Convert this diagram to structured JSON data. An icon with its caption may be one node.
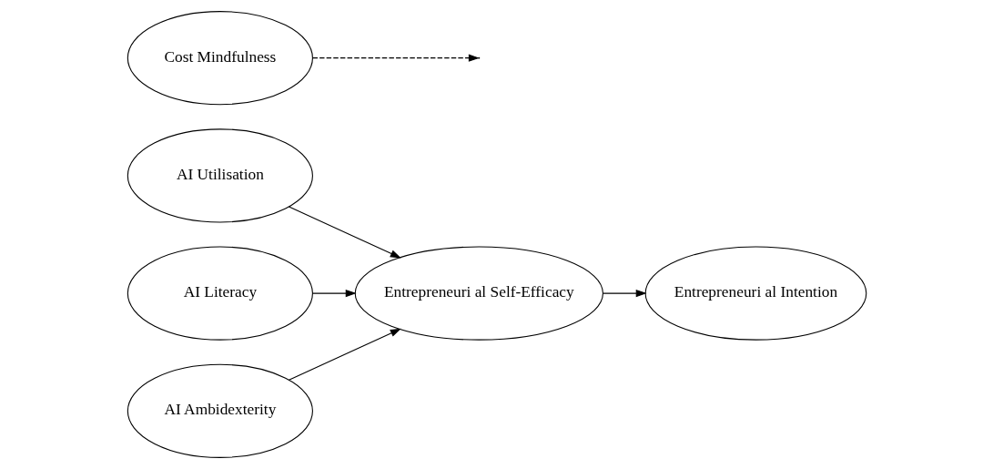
{
  "diagram": {
    "nodes": [
      {
        "text": [
          "AI Utilisation"
        ]
      },
      {
        "text": [
          "AI Literacy"
        ]
      },
      {
        "text": [
          "AI Ambidexterity"
        ]
      },
      {
        "text": [
          "Entrepreneuri al Self-Efficacy"
        ]
      },
      {
        "text": [
          "Entrepreneuri al Intention"
        ]
      },
      {
        "text": [
          "Cost Mindfulness"
        ]
      }
    ],
    "edges": [
      {
        "from": 0,
        "to": 3,
        "arrow": "to"
      },
      {
        "from": 1,
        "to": 3,
        "arrow": "to"
      },
      {
        "from": 2,
        "to": 3,
        "arrow": "to"
      },
      {
        "from": 3,
        "to": 4,
        "arrow": "to"
      },
      {
        "from": 5,
        "to": null,
        "arrow": "to",
        "style": "dashed"
      }
    ]
  }
}
